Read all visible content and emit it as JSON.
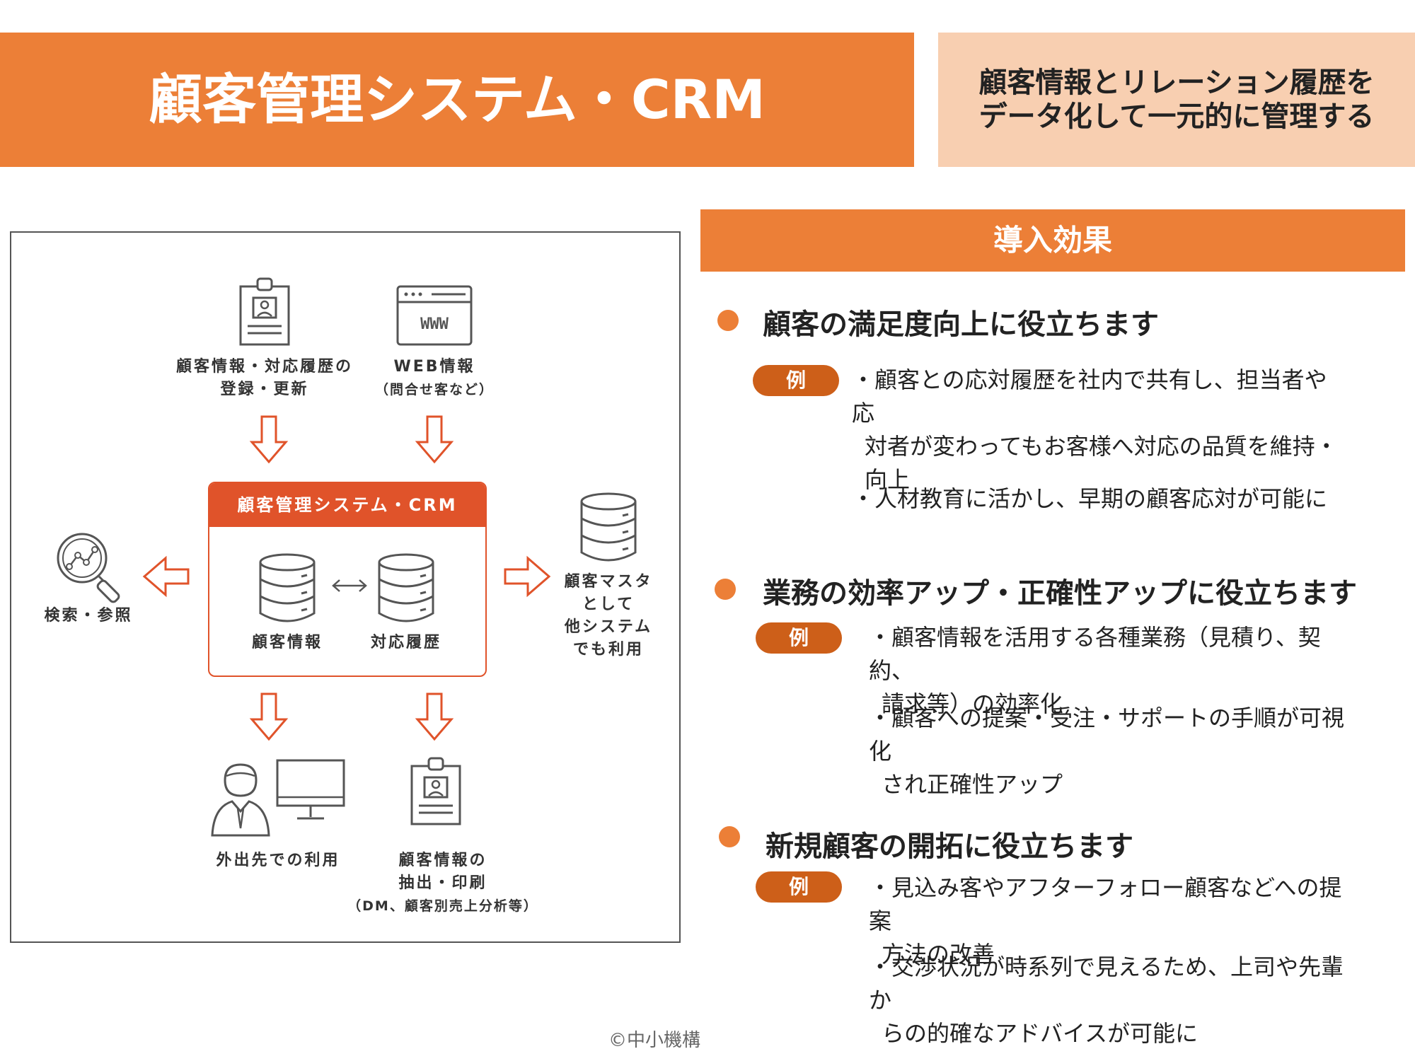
{
  "header": {
    "title": "顧客管理システム・CRM",
    "subtitle_lines": [
      "顧客情報とリレーション履歴を",
      "データ化して一元的に管理する"
    ]
  },
  "diagram": {
    "input_left": {
      "label_lines": [
        "顧客情報・対応履歴の",
        "登録・更新"
      ],
      "icon": "id-badge-icon"
    },
    "input_right": {
      "label_lines": [
        "WEB情報",
        "（問合せ客など）"
      ],
      "icon": "web-browser-icon",
      "icon_text": "WWW"
    },
    "crm": {
      "title": "顧客管理システム・CRM",
      "db_left_label": "顧客情報",
      "db_right_label": "対応履歴",
      "link_icon": "double-arrow-icon"
    },
    "left_output": {
      "label": "検索・参照",
      "icon": "magnifier-chart-icon"
    },
    "right_output": {
      "label_lines": [
        "顧客マスタ",
        "として",
        "他システム",
        "でも利用"
      ],
      "icon": "database-icon"
    },
    "bottom_left": {
      "label": "外出先での利用",
      "icon": "person-monitor-icon"
    },
    "bottom_right": {
      "label_lines": [
        "顧客情報の",
        "抽出・印刷",
        "（DM、顧客別売上分析等）"
      ],
      "icon": "id-badge-icon"
    },
    "colors": {
      "accent": "#e0532a",
      "line": "#555555"
    }
  },
  "effects": {
    "header": "導入効果",
    "example_label": "例",
    "items": [
      {
        "title": "顧客の満足度向上に役立ちます",
        "examples": [
          [
            "・顧客との応対履歴を社内で共有し、担当者や応",
            "対者が変わってもお客様へ対応の品質を維持・",
            "向上"
          ],
          [
            "・人材教育に活かし、早期の顧客応対が可能に"
          ]
        ]
      },
      {
        "title": "業務の効率アップ・正確性アップに役立ちます",
        "examples": [
          [
            "・顧客情報を活用する各種業務（見積り、契約、",
            "請求等）の効率化"
          ],
          [
            "・顧客への提案・受注・サポートの手順が可視化",
            "され正確性アップ"
          ]
        ]
      },
      {
        "title": "新規顧客の開拓に役立ちます",
        "examples": [
          [
            "・見込み客やアフターフォロー顧客などへの提案",
            "方法の改善"
          ],
          [
            "・交渉状況が時系列で見えるため、上司や先輩か",
            "らの的確なアドバイスが可能に"
          ]
        ]
      }
    ],
    "colors": {
      "orange": "#ec7f37",
      "badge": "#cd5f19",
      "light": "#f8cfb1"
    }
  },
  "footer": {
    "copyright": "©中小機構"
  }
}
